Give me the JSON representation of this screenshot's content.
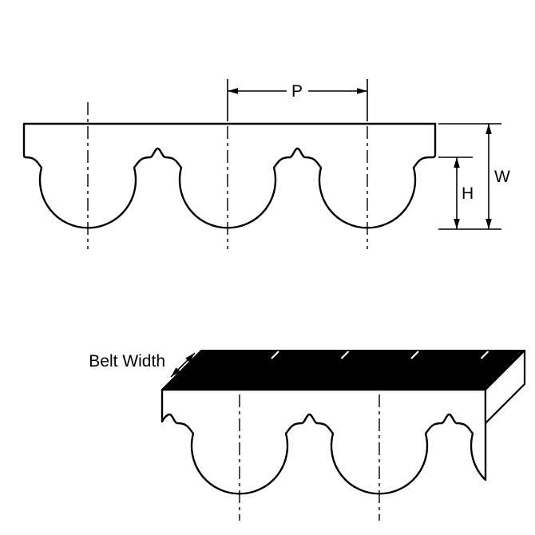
{
  "diagram": {
    "labels": {
      "pitch": "P",
      "belt_thickness": "W",
      "tooth_height": "H",
      "belt_width": "Belt Width"
    },
    "colors": {
      "line": "#000000",
      "belt_fill": "#ffffff",
      "top_face_fill": "#000000"
    }
  }
}
